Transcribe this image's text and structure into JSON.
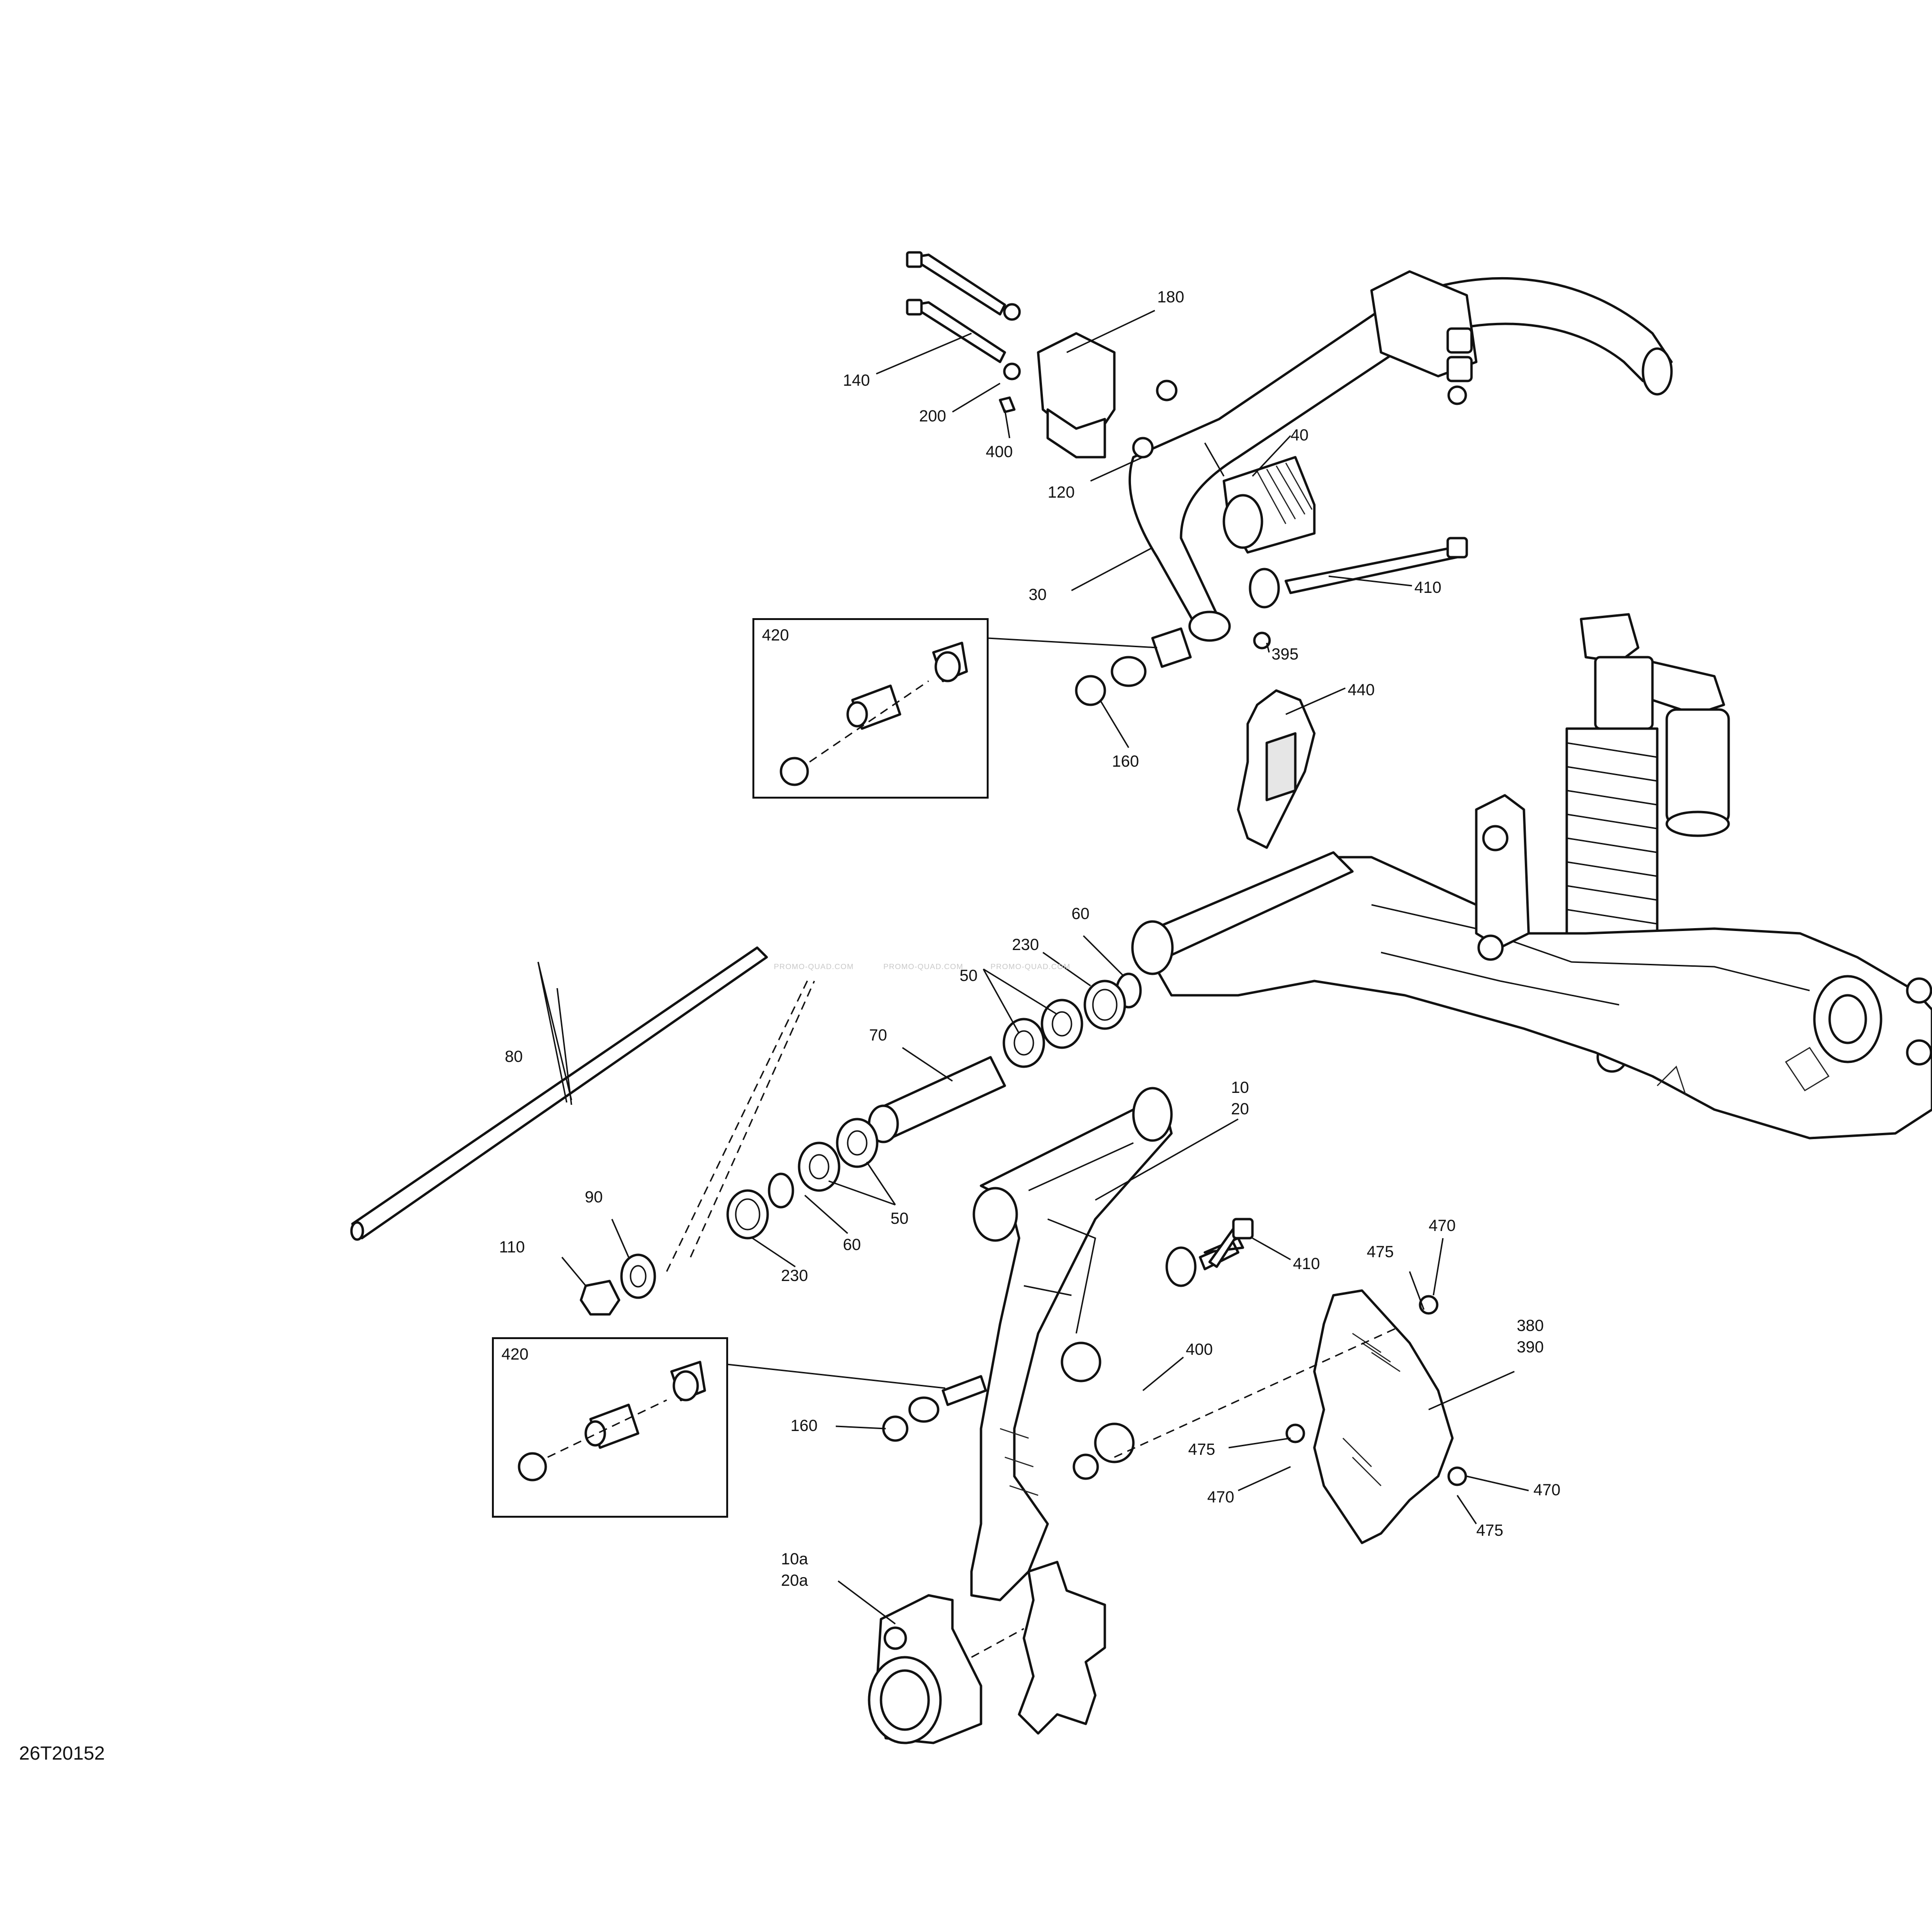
{
  "diagram": {
    "reference_code": "26T20152",
    "watermarks": [
      "PROMO-QUAD.COM",
      "PROMO-QUAD.COM",
      "PROMO-QUAD.COM"
    ],
    "callouts": {
      "c180": "180",
      "c140": "140",
      "c200": "200",
      "c400a": "400",
      "c120": "120",
      "c40": "40",
      "c30": "30",
      "c410a": "410",
      "c395": "395",
      "c420a": "420",
      "c160a": "160",
      "c440": "440",
      "c60a": "60",
      "c230a": "230",
      "c50a": "50",
      "c70": "70",
      "c80": "80",
      "c10": "10",
      "c20": "20",
      "c90": "90",
      "c110": "110",
      "c230b": "230",
      "c60b": "60",
      "c50b": "50",
      "c410b": "410",
      "c470a": "470",
      "c475a": "475",
      "c380": "380",
      "c390": "390",
      "c420b": "420",
      "c400b": "400",
      "c160b": "160",
      "c475b": "475",
      "c470b": "470",
      "c470c": "470",
      "c475c": "475",
      "c10a": "10a",
      "c20a": "20a"
    }
  }
}
